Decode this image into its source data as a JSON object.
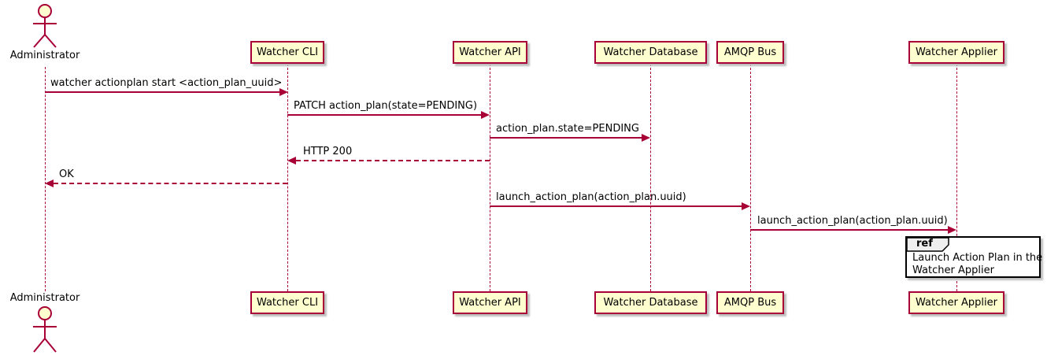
{
  "diagram": {
    "type": "sequence",
    "actor": {
      "name": "Administrator"
    },
    "participants": [
      {
        "name": "Watcher CLI"
      },
      {
        "name": "Watcher API"
      },
      {
        "name": "Watcher Database"
      },
      {
        "name": "AMQP Bus"
      },
      {
        "name": "Watcher Applier"
      }
    ],
    "messages": [
      {
        "from": "Administrator",
        "to": "Watcher CLI",
        "text": "watcher actionplan start <action_plan_uuid>",
        "line": "solid",
        "direction": "right"
      },
      {
        "from": "Watcher CLI",
        "to": "Watcher API",
        "text": "PATCH action_plan(state=PENDING)",
        "line": "solid",
        "direction": "right"
      },
      {
        "from": "Watcher API",
        "to": "Watcher Database",
        "text": "action_plan.state=PENDING",
        "line": "solid",
        "direction": "right"
      },
      {
        "from": "Watcher API",
        "to": "Watcher CLI",
        "text": "HTTP 200",
        "line": "dashed",
        "direction": "left"
      },
      {
        "from": "Watcher CLI",
        "to": "Administrator",
        "text": "OK",
        "line": "dashed",
        "direction": "left"
      },
      {
        "from": "Watcher API",
        "to": "AMQP Bus",
        "text": "launch_action_plan(action_plan.uuid)",
        "line": "solid",
        "direction": "right"
      },
      {
        "from": "AMQP Bus",
        "to": "Watcher Applier",
        "text": "launch_action_plan(action_plan.uuid)",
        "line": "solid",
        "direction": "right"
      }
    ],
    "ref": {
      "keyword": "ref",
      "over": "Watcher Applier",
      "line1": "Launch Action Plan in the",
      "line2": "Watcher Applier"
    }
  },
  "colors": {
    "accent": "#A80036",
    "participant_fill": "#FEFECE",
    "ref_tab_fill": "#EEEEEE",
    "ref_border": "#000000",
    "background": "#FFFFFF",
    "text": "#000000"
  }
}
